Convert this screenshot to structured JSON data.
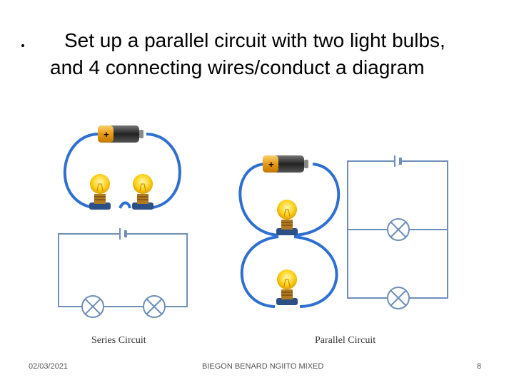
{
  "slide": {
    "bullet_text": "Set up a parallel circuit with two light bulbs, and 4 connecting wires/conduct a diagram"
  },
  "figure": {
    "series_caption": "Series Circuit",
    "parallel_caption": "Parallel Circuit"
  },
  "footer": {
    "date": "02/03/2021",
    "author": "BIEGON BENARD NGIITO MIXED",
    "page": "8"
  },
  "colors": {
    "wire": "#2f6fd0",
    "schematic_line": "#6f8fb8",
    "battery_body": "#333333",
    "battery_cap": "#e8a020",
    "bulb_glass": "#ffd21a",
    "bulb_base": "#2c4f86"
  },
  "icons": [
    "battery-icon",
    "light-bulb-icon",
    "lamp-symbol-icon",
    "cell-symbol-icon"
  ]
}
